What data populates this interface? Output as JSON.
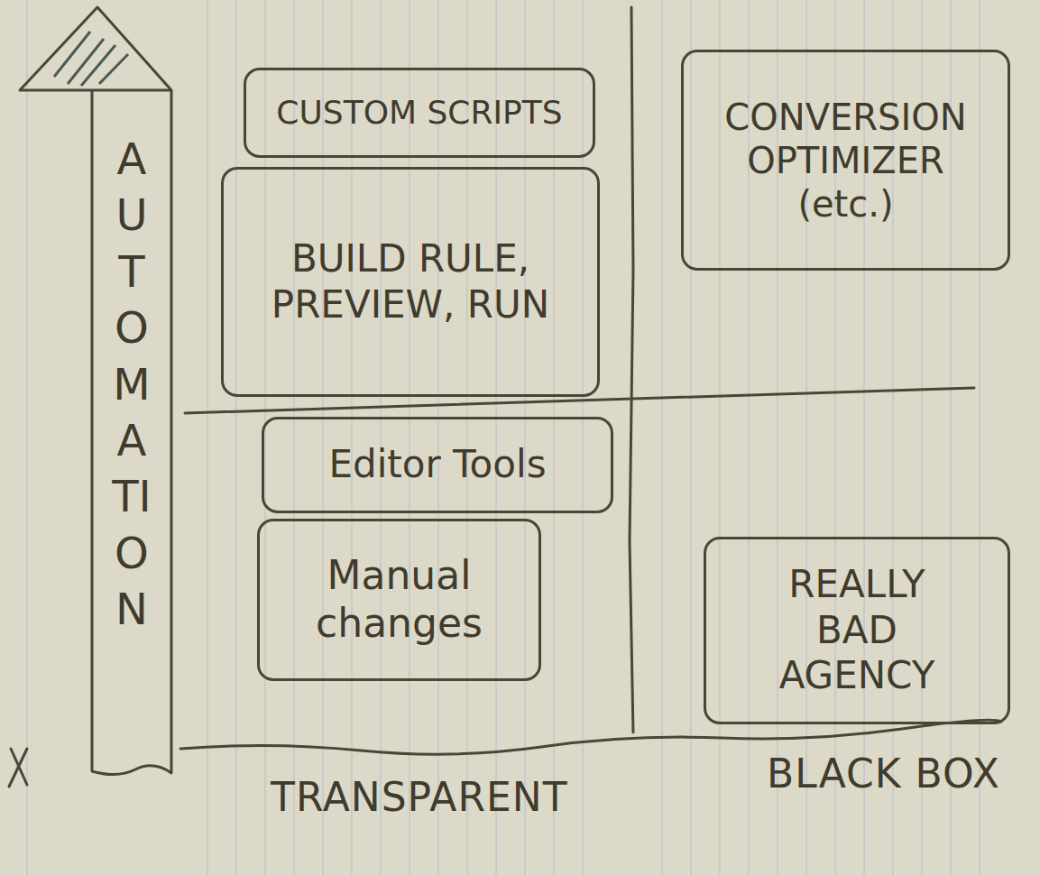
{
  "diagram": {
    "nodes": [
      {
        "text": [
          "AUTOMATION"
        ]
      },
      {
        "text": [
          "CUSTOM SCRIPTS"
        ]
      },
      {
        "text": [
          "CONVERSION OPTIMIZER (etc.)"
        ]
      },
      {
        "text": [
          "BUILD RULE, PREVIEW, RUN"
        ]
      },
      {
        "text": [
          "Editor Tools"
        ]
      },
      {
        "text": [
          "Manual changes"
        ]
      },
      {
        "text": [
          "REALLY BAD AGENCY"
        ]
      }
    ],
    "labels": [
      "TRANSPARENT",
      "BLACK BOX"
    ]
  }
}
